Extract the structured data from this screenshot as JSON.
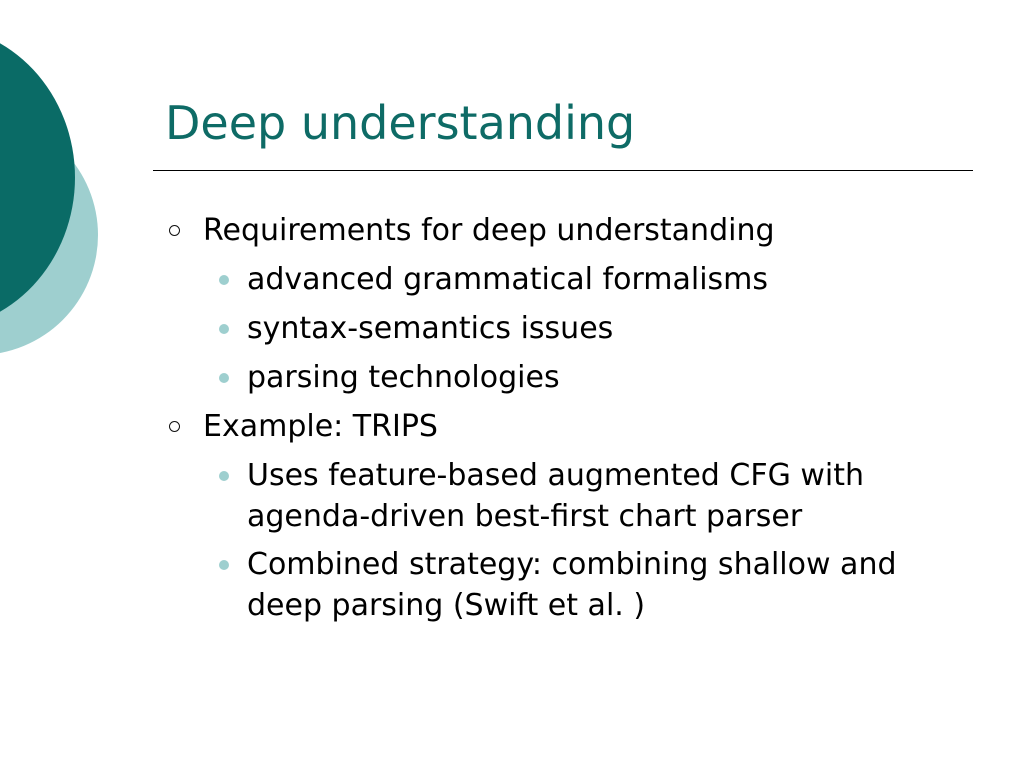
{
  "theme": {
    "title_color": "#0E6B66",
    "circle_dark": "#0A6B66",
    "circle_light": "#9ECFCF",
    "bullet_dot_color": "#9ECFCF"
  },
  "slide": {
    "title": "Deep understanding",
    "bullets": [
      {
        "text": "Requirements for deep understanding",
        "children": [
          "advanced grammatical formalisms",
          "syntax-semantics issues",
          "parsing technologies"
        ]
      },
      {
        "text": "Example: TRIPS",
        "children": [
          "Uses feature-based augmented CFG with agenda-driven best-first chart parser",
          "Combined strategy: combining shallow and deep parsing (Swift et al. )"
        ]
      }
    ]
  }
}
